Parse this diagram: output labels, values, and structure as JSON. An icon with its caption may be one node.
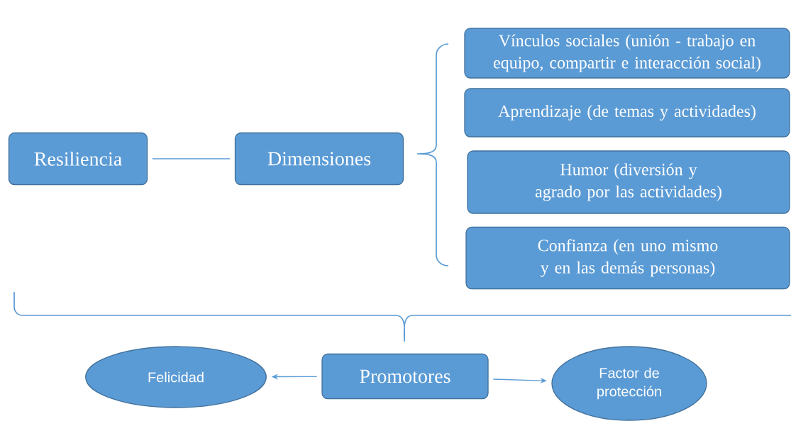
{
  "diagram": {
    "nodes": [
      {
        "text": [
          "Resiliencia"
        ]
      },
      {
        "text": [
          "Dimensiones"
        ]
      },
      {
        "text": [
          "Vínculos sociales (unión - trabajo en equipo, compartir e interacción social)"
        ]
      },
      {
        "text": [
          "Aprendizaje (de temas y actividades)"
        ]
      },
      {
        "text": [
          "Humor (diversión y agrado por las actividades)"
        ]
      },
      {
        "text": [
          "Confianza (en uno mismo y en las demás personas)"
        ]
      },
      {
        "text": [
          "Promotores"
        ]
      },
      {
        "text": [
          "Felicidad"
        ]
      },
      {
        "text": [
          "Factor de protección"
        ]
      }
    ],
    "edges": [
      {
        "from": 0,
        "to": 1,
        "arrow": "none"
      },
      {
        "from": 6,
        "to": 7,
        "arrow": "to"
      },
      {
        "from": 6,
        "to": 8,
        "arrow": "to"
      }
    ]
  }
}
